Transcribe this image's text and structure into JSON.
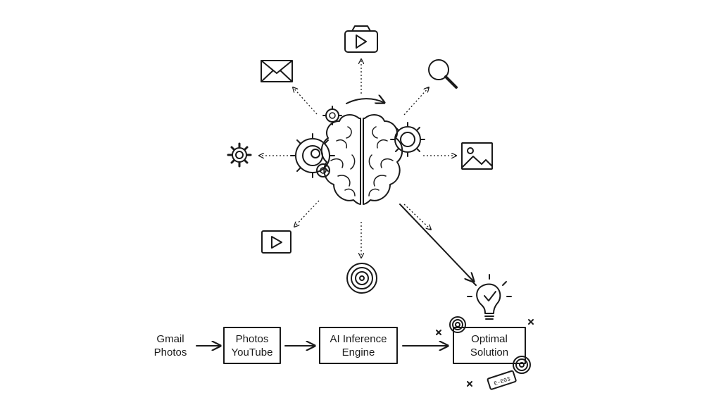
{
  "flow": {
    "sources": {
      "line1": "Gmail",
      "line2": "Photos"
    },
    "box1": {
      "line1": "Photos",
      "line2": "YouTube"
    },
    "box2": {
      "line1": "AI Inference",
      "line2": "Engine"
    },
    "box3": {
      "line1": "Optimal",
      "line2": "Solution"
    }
  },
  "tag_text": "E-E03",
  "icons": [
    "camera-icon",
    "mail-icon",
    "search-icon",
    "gear-icon",
    "image-icon",
    "play-icon",
    "target-icon",
    "lightbulb-icon",
    "brain-icon"
  ]
}
